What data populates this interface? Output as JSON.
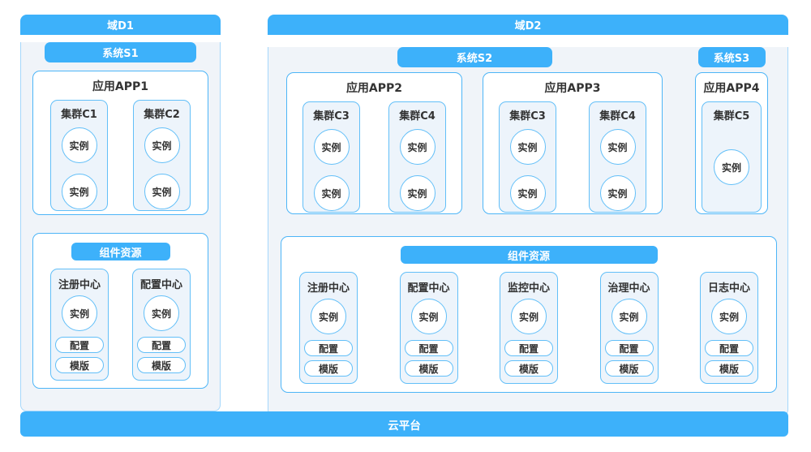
{
  "palette": {
    "primary_blue": "#3DB1FA",
    "border_strong": "#4DB5F7",
    "border_light": "#A5D7FB",
    "border_tile": "#62BFF8",
    "panel_bg": "#F0F4F9",
    "tile_bg": "#EDF4FB",
    "box_bg": "#FFFFFF",
    "text_dark": "#333333",
    "text_white": "#FFFFFF"
  },
  "domains": [
    {
      "title": "域D1",
      "systems": [
        {
          "title": "系统S1",
          "apps": [
            {
              "title": "应用APP1",
              "clusters": [
                {
                  "title": "集群C1",
                  "instances": [
                    "实例",
                    "实例"
                  ]
                },
                {
                  "title": "集群C2",
                  "instances": [
                    "实例",
                    "实例"
                  ]
                }
              ]
            }
          ]
        }
      ],
      "component_resources": {
        "title": "组件资源",
        "centers": [
          {
            "title": "注册中心",
            "instance": "实例",
            "pills": [
              "配置",
              "模版"
            ]
          },
          {
            "title": "配置中心",
            "instance": "实例",
            "pills": [
              "配置",
              "模版"
            ]
          }
        ]
      }
    },
    {
      "title": "域D2",
      "systems": [
        {
          "title": "系统S2",
          "apps": [
            {
              "title": "应用APP2",
              "clusters": [
                {
                  "title": "集群C3",
                  "instances": [
                    "实例",
                    "实例"
                  ]
                },
                {
                  "title": "集群C4",
                  "instances": [
                    "实例",
                    "实例"
                  ]
                }
              ]
            },
            {
              "title": "应用APP3",
              "clusters": [
                {
                  "title": "集群C3",
                  "instances": [
                    "实例",
                    "实例"
                  ]
                },
                {
                  "title": "集群C4",
                  "instances": [
                    "实例",
                    "实例"
                  ]
                }
              ]
            }
          ]
        },
        {
          "title": "系统S3",
          "apps": [
            {
              "title": "应用APP4",
              "clusters": [
                {
                  "title": "集群C5",
                  "instances": [
                    "实例"
                  ]
                }
              ]
            }
          ]
        }
      ],
      "component_resources": {
        "title": "组件资源",
        "centers": [
          {
            "title": "注册中心",
            "instance": "实例",
            "pills": [
              "配置",
              "模版"
            ]
          },
          {
            "title": "配置中心",
            "instance": "实例",
            "pills": [
              "配置",
              "模版"
            ]
          },
          {
            "title": "监控中心",
            "instance": "实例",
            "pills": [
              "配置",
              "模版"
            ]
          },
          {
            "title": "治理中心",
            "instance": "实例",
            "pills": [
              "配置",
              "模版"
            ]
          },
          {
            "title": "日志中心",
            "instance": "实例",
            "pills": [
              "配置",
              "模版"
            ]
          }
        ]
      }
    }
  ],
  "platform": {
    "title": "云平台"
  }
}
